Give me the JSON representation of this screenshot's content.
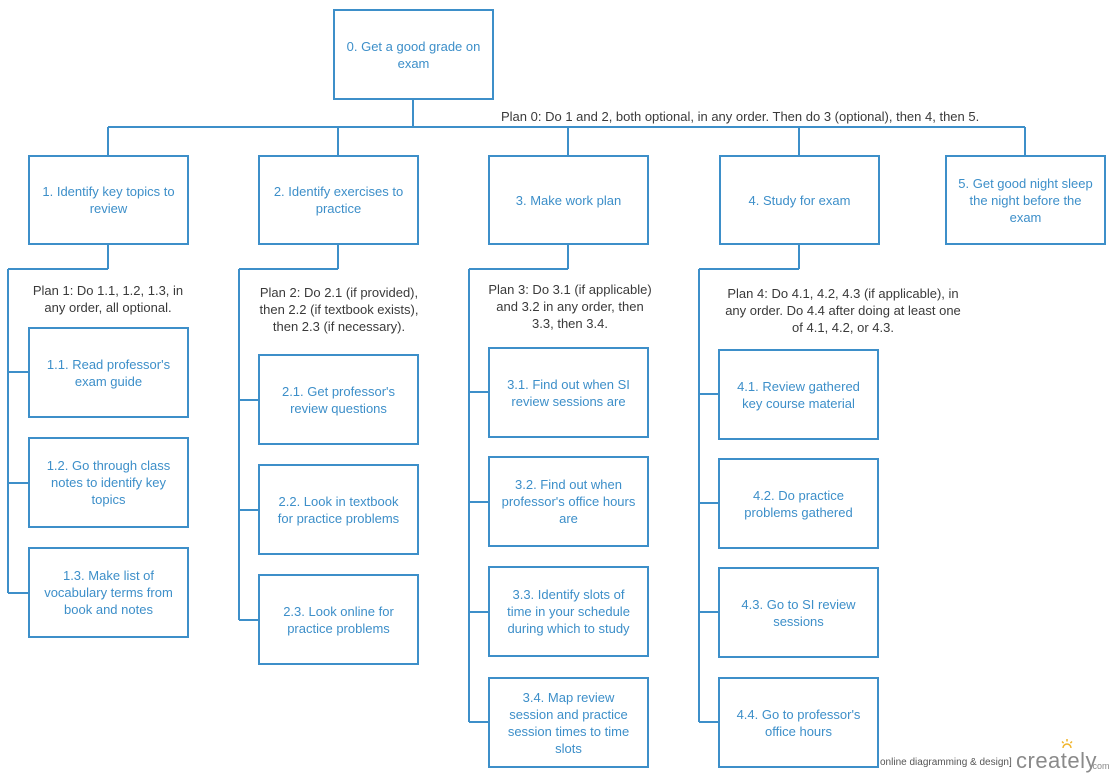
{
  "nodes": {
    "root": "0. Get a good grade on exam",
    "n1": "1. Identify key topics to review",
    "n2": "2. Identify exercises to practice",
    "n3": "3. Make work plan",
    "n4": "4. Study for exam",
    "n5": "5. Get good night sleep the night before the exam",
    "n1_1": "1.1. Read professor's exam guide",
    "n1_2": "1.2. Go through class notes to identify key topics",
    "n1_3": "1.3. Make list of vocabulary terms from book and notes",
    "n2_1": "2.1. Get professor's review questions",
    "n2_2": "2.2. Look in textbook for practice problems",
    "n2_3": "2.3. Look online for practice problems",
    "n3_1": "3.1. Find out when SI review sessions are",
    "n3_2": "3.2. Find out when professor's office hours are",
    "n3_3": "3.3. Identify slots of time in your schedule during which to study",
    "n3_4": "3.4. Map review session and practice session times to time slots",
    "n4_1": "4.1. Review gathered key course material",
    "n4_2": "4.2. Do practice problems gathered",
    "n4_3": "4.3. Go to SI review sessions",
    "n4_4": "4.4. Go to professor's office hours"
  },
  "plans": {
    "p0": "Plan 0: Do 1 and 2, both optional, in any order. Then do 3 (optional),  then 4, then 5.",
    "p1": [
      "Plan 1: Do 1.1, 1.2, 1.3, in",
      "any order, all optional."
    ],
    "p2": [
      "Plan 2: Do 2.1 (if provided),",
      "then 2.2 (if textbook exists),",
      "then 2.3 (if necessary)."
    ],
    "p3": [
      "Plan 3: Do 3.1 (if applicable)",
      "and 3.2 in any order, then",
      "3.3, then 3.4."
    ],
    "p4": [
      "Plan 4: Do 4.1, 4.2, 4.3 (if applicable), in",
      "any order.  Do 4.4 after doing at least one",
      "of 4.1, 4.2, or 4.3."
    ]
  },
  "watermark": {
    "tagline": "online diagramming & design]",
    "brand": "creately",
    "suffix": ".com"
  },
  "colors": {
    "line": "#3d8fc9",
    "text": "#3d8fc9",
    "plan_text": "#3a3a3a"
  }
}
